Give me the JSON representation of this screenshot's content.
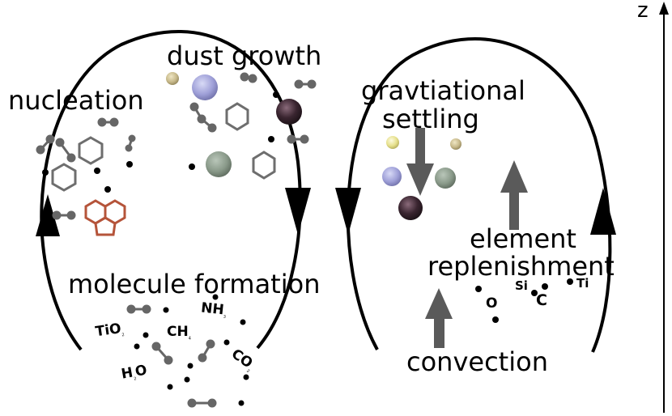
{
  "labels": {
    "nucleation": "nucleation",
    "dust_growth": "dust growth",
    "settling_line1": "gravtiational",
    "settling_line2": "settling",
    "molecule_formation": "molecule formation",
    "element": "element",
    "replenishment": "replenishment",
    "convection": "convection",
    "z_axis": "z"
  },
  "chemicals": {
    "tio2": "TiO",
    "tio2_sub": "2",
    "ch4": "CH",
    "ch4_sub": "4",
    "nh3": "NH",
    "nh3_sub": "3",
    "h2o_a": "H",
    "h2o_sub": "2",
    "h2o_b": "O",
    "co2": "CO",
    "co2_sub": "2",
    "o": "O",
    "si": "Si",
    "c": "C",
    "ti": "Ti"
  },
  "colors": {
    "line": "#000000",
    "molecule_gray": "#666666",
    "hexagon_gray": "#6e6e6e",
    "pah_brown": "#b5543a",
    "arrow_gray": "#5a5a5a",
    "dust_purple": "#9fa0d8",
    "dust_green": "#8a9a8a",
    "dust_tan": "#c7b98a",
    "dust_yellow": "#e6e08c",
    "dust_dark": "#3a2530"
  }
}
